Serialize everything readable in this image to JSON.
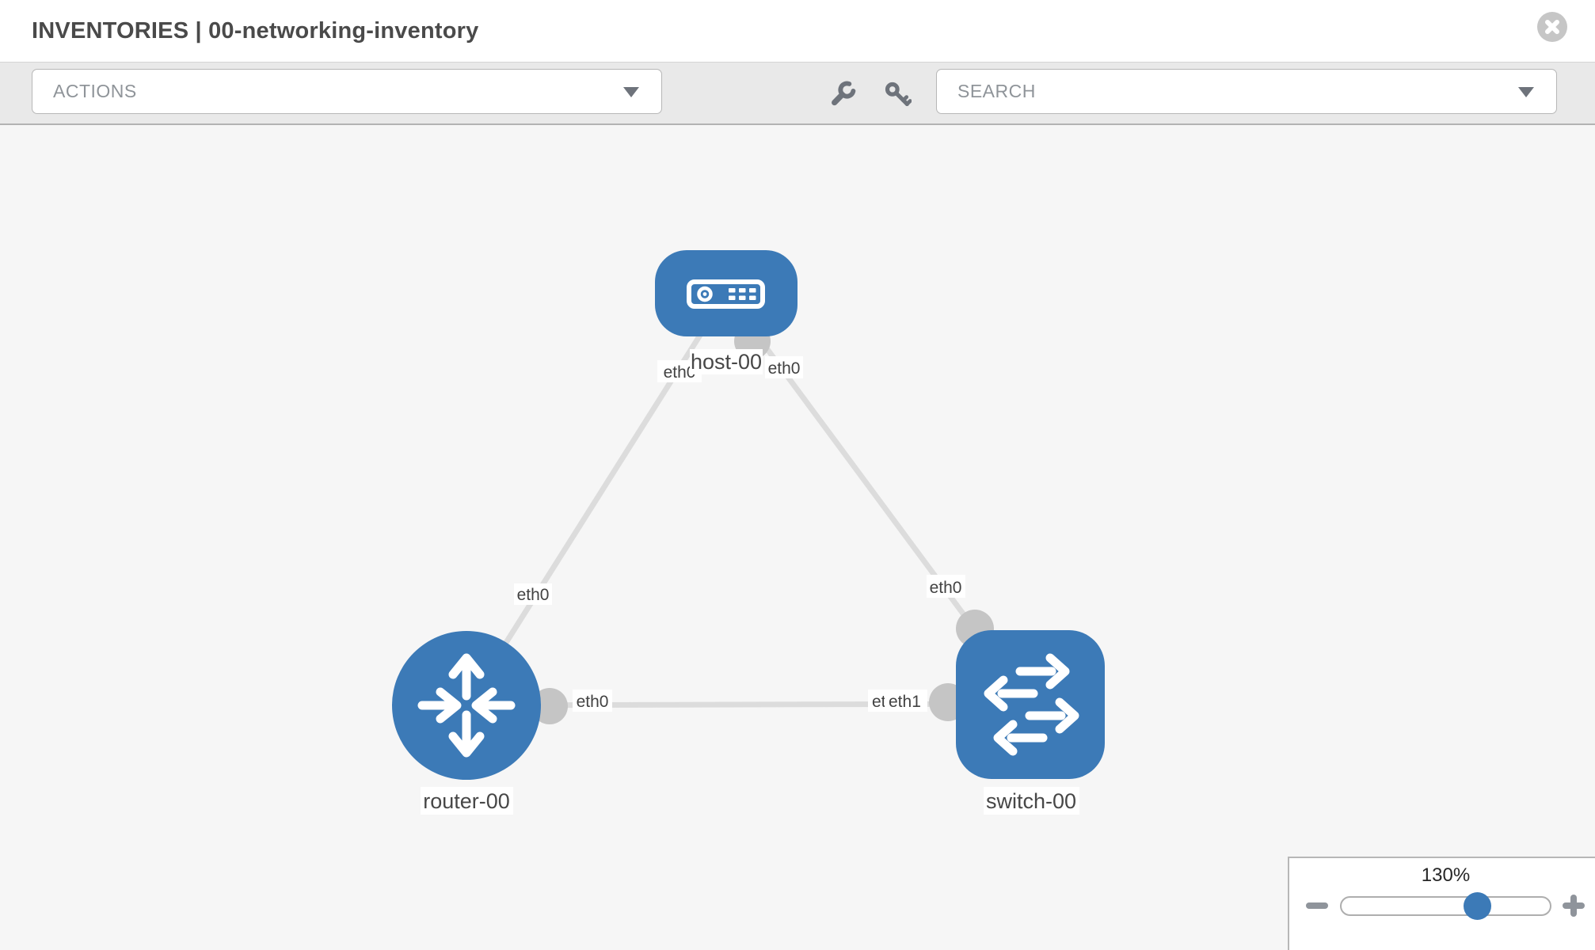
{
  "header": {
    "title": "INVENTORIES | 00-networking-inventory"
  },
  "toolbar": {
    "actions_label": "ACTIONS",
    "search_placeholder": "SEARCH"
  },
  "topology": {
    "nodes": [
      {
        "id": "host-00",
        "type": "host",
        "label": "host-00",
        "icon": "host-icon"
      },
      {
        "id": "router-00",
        "type": "router",
        "label": "router-00",
        "icon": "router-icon"
      },
      {
        "id": "switch-00",
        "type": "switch",
        "label": "switch-00",
        "icon": "switch-icon"
      }
    ],
    "links": [
      {
        "from": "host-00",
        "from_if": "eth0",
        "to": "router-00",
        "to_if": "eth0"
      },
      {
        "from": "host-00",
        "from_if": "eth0",
        "to": "switch-00",
        "to_if": "eth0"
      },
      {
        "from": "router-00",
        "from_if": "eth0",
        "to": "switch-00",
        "to_if": "eth1",
        "to_if_overlapped": "eth0"
      }
    ]
  },
  "zoom_control": {
    "percent_label": "130%"
  },
  "colors": {
    "node_blue": "#3c7ab7",
    "port_gray": "#c5c5c5",
    "link_gray": "#dcdcdc",
    "canvas_bg": "#f6f6f6",
    "toolbar_bg": "#e9e9e9",
    "header_bg": "#ffffff"
  }
}
